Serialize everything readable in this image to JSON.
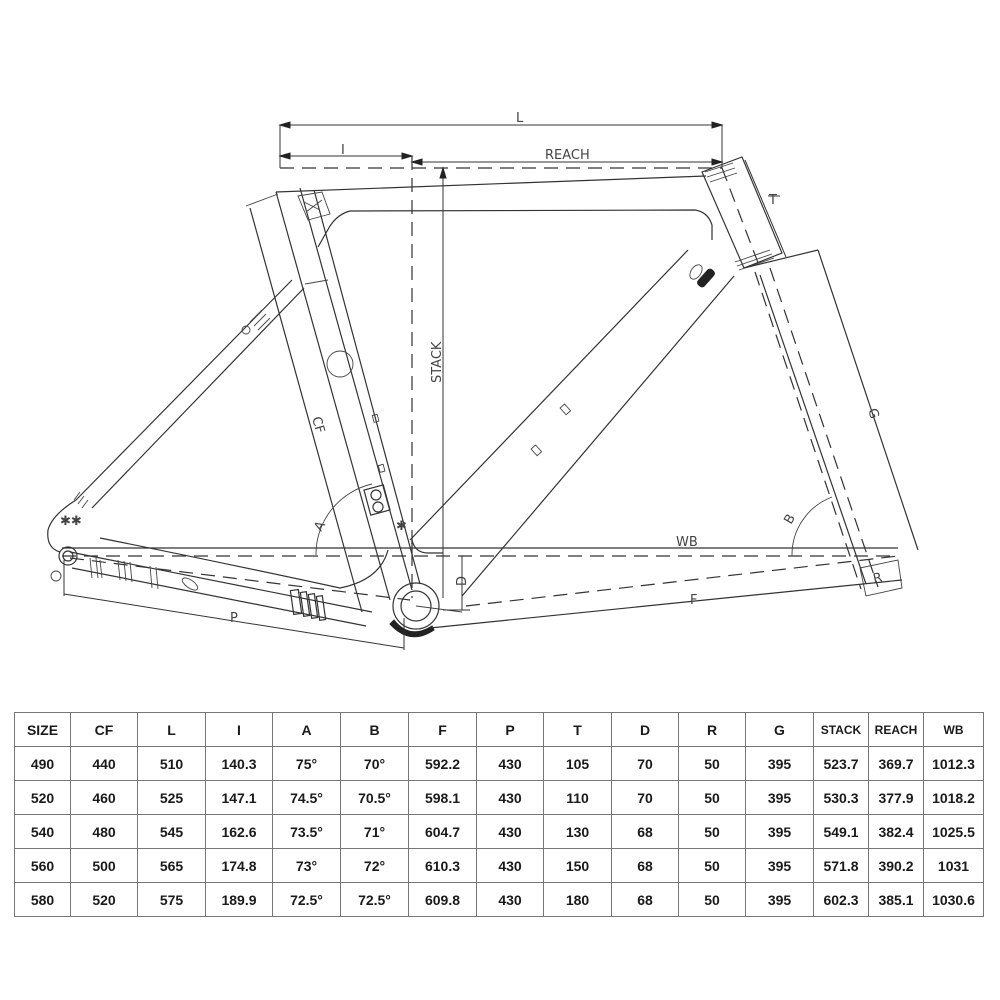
{
  "diagram": {
    "labels": {
      "L": "L",
      "I": "I",
      "reach": "REACH",
      "stack": "STACK",
      "T": "T",
      "G": "G",
      "CF": "CF",
      "A": "A",
      "B": "B",
      "WB": "WB",
      "D": "D",
      "P": "P",
      "F": "F",
      "R": "R"
    }
  },
  "table": {
    "headers": [
      "SIZE",
      "CF",
      "L",
      "I",
      "A",
      "B",
      "F",
      "P",
      "T",
      "D",
      "R",
      "G",
      "STACK",
      "REACH",
      "WB"
    ],
    "rows": [
      [
        "490",
        "440",
        "510",
        "140.3",
        "75°",
        "70°",
        "592.2",
        "430",
        "105",
        "70",
        "50",
        "395",
        "523.7",
        "369.7",
        "1012.3"
      ],
      [
        "520",
        "460",
        "525",
        "147.1",
        "74.5°",
        "70.5°",
        "598.1",
        "430",
        "110",
        "70",
        "50",
        "395",
        "530.3",
        "377.9",
        "1018.2"
      ],
      [
        "540",
        "480",
        "545",
        "162.6",
        "73.5°",
        "71°",
        "604.7",
        "430",
        "130",
        "68",
        "50",
        "395",
        "549.1",
        "382.4",
        "1025.5"
      ],
      [
        "560",
        "500",
        "565",
        "174.8",
        "73°",
        "72°",
        "610.3",
        "430",
        "150",
        "68",
        "50",
        "395",
        "571.8",
        "390.2",
        "1031"
      ],
      [
        "580",
        "520",
        "575",
        "189.9",
        "72.5°",
        "72.5°",
        "609.8",
        "430",
        "180",
        "68",
        "50",
        "395",
        "602.3",
        "385.1",
        "1030.6"
      ]
    ]
  },
  "colors": {
    "line": "#333333",
    "table_border": "#777777",
    "text": "#1a1a1a",
    "background": "#ffffff"
  }
}
